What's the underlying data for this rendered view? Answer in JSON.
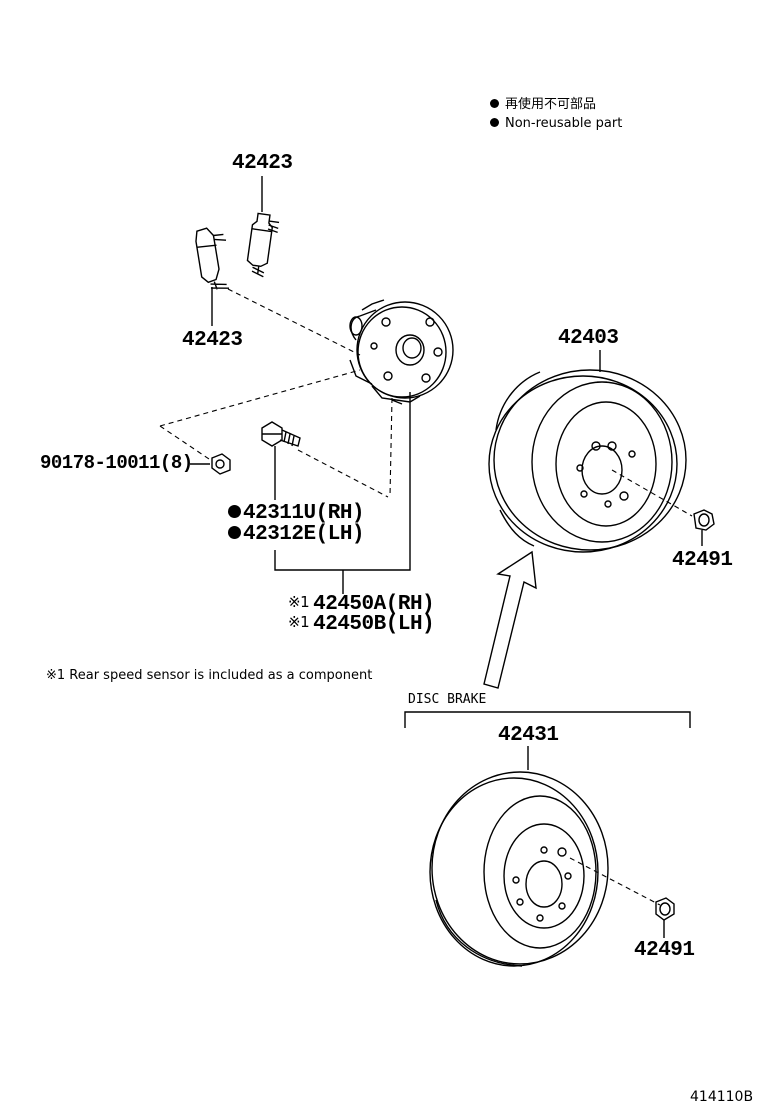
{
  "legend": {
    "reusable_jp": "再使用不可部品",
    "reusable_en": "Non-reusable part"
  },
  "parts": {
    "p42423_top": "42423",
    "p42423_bottom": "42423",
    "p90178": "90178-10011(8)",
    "p42311u": "42311U(RH)",
    "p42312e": "42312E(LH)",
    "p42450a": "42450A(RH)",
    "p42450b": "42450B(LH)",
    "p42403": "42403",
    "p42491_top": "42491",
    "p42431": "42431",
    "p42491_bottom": "42491"
  },
  "note_mark": "※1",
  "footnote": "※1 Rear speed sensor is included as a component",
  "disc_brake_label": "DISC BRAKE",
  "diagram_id": "414110B"
}
